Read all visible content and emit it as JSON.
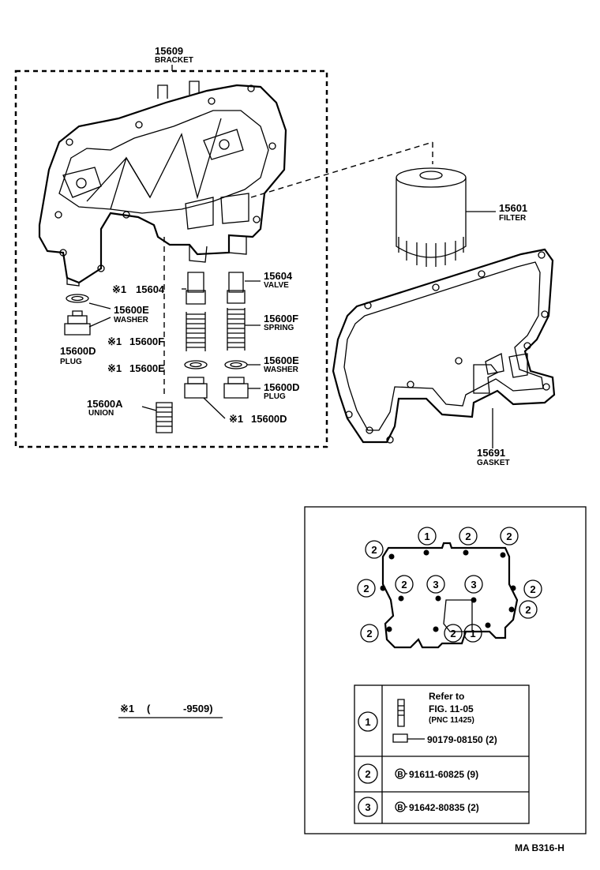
{
  "bracket": {
    "part": "15609",
    "name": "BRACKET"
  },
  "filter": {
    "part": "15601",
    "name": "FILTER"
  },
  "valve": {
    "part": "15604",
    "name": "VALVE"
  },
  "valve_alt": {
    "mark": "※1",
    "part": "15604"
  },
  "washer_left": {
    "part": "15600E",
    "name": "WASHER"
  },
  "plug_left": {
    "part": "15600D",
    "name": "PLUG"
  },
  "spring": {
    "part": "15600F",
    "name": "SPRING"
  },
  "spring_alt": {
    "mark": "※1",
    "part": "15600F"
  },
  "washer_right": {
    "part": "15600E",
    "name": "WASHER"
  },
  "washer_alt": {
    "mark": "※1",
    "part": "15600E"
  },
  "plug_right": {
    "part": "15600D",
    "name": "PLUG"
  },
  "plug_alt": {
    "mark": "※1",
    "part": "15600D"
  },
  "union": {
    "part": "15600A",
    "name": "UNION"
  },
  "gasket": {
    "part": "15691",
    "name": "GASKET"
  },
  "note": {
    "mark": "※1",
    "paren_open": "(",
    "range": "-9509)"
  },
  "bolt_callouts": {
    "one": "1",
    "two": "2",
    "three": "3"
  },
  "legend": {
    "rows": [
      {
        "num": "1",
        "refer": "Refer to",
        "fig": "FIG. 11-05",
        "pnc": "(PNC 11425)",
        "part": "90179-08150 (2)"
      },
      {
        "num": "2",
        "part": "91611-60825 (9)",
        "symbol": "B"
      },
      {
        "num": "3",
        "part": "91642-80835 (2)",
        "symbol": "B"
      }
    ]
  },
  "figure_code": "MA  B316-H"
}
